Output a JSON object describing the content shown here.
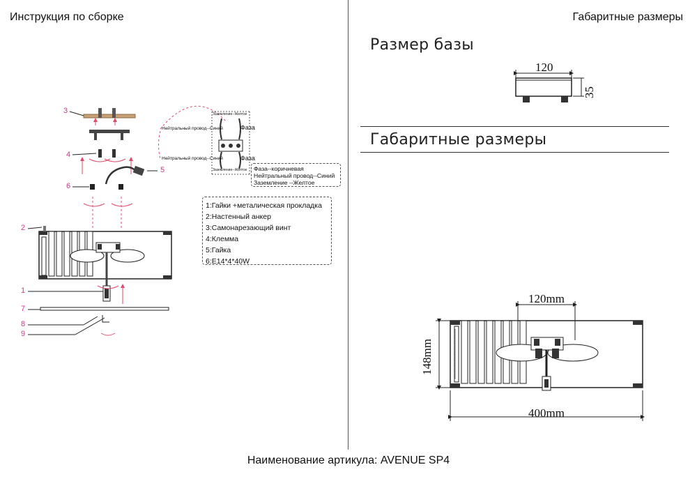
{
  "header": {
    "left_title": "Инструкция по сборке",
    "right_title": "Габаритные размеры"
  },
  "base": {
    "title": "Размер базы",
    "width_label": "120",
    "height_label": "35"
  },
  "dimensions": {
    "title": "Габаритные размеры",
    "spacing_label": "120mm",
    "height_label": "148mm",
    "width_label": "400mm"
  },
  "wiring": {
    "neutral_top": "Нейтральный провод",
    "blue_top": "Синий",
    "phase_top": "Фаза",
    "ground_top": "Заземление",
    "yellow_top": "Желтое",
    "neutral_bottom": "Нейтральный провод",
    "blue_bottom": "Синий",
    "phase_bottom": "Фаза",
    "ground_bottom": "Заземление",
    "yellow_bottom": "Желтое",
    "legend": [
      "Фаза--коричневая",
      "Нейтральный провод--Синий",
      "Заземление --Желтое"
    ]
  },
  "parts": [
    "1:Гайки +металическая прокладка",
    "2:Настенный анкер",
    "3:Самонарезающий винт",
    "4:Клемма",
    "5:Гайка",
    "6:E14*4*40W"
  ],
  "callouts": [
    "3",
    "4",
    "6",
    "5",
    "2",
    "1",
    "7",
    "8",
    "9"
  ],
  "footer": "Наименование артикула: AVENUE SP4",
  "colors": {
    "callout": "#d2378a",
    "arrow": "#e04a6a",
    "lines": "#222222"
  }
}
